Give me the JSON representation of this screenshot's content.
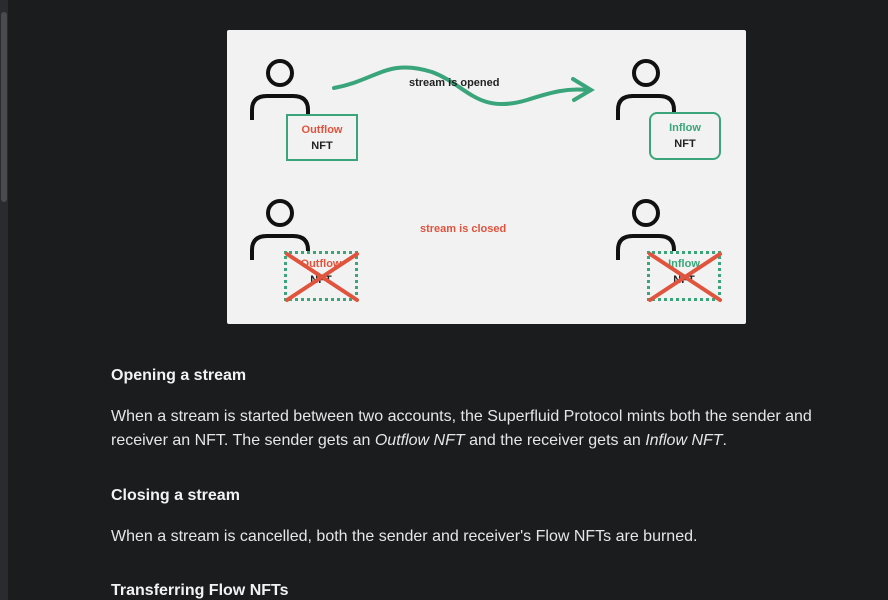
{
  "diagram": {
    "opened_label": "stream is opened",
    "closed_label": "stream is closed",
    "outflow_label": "Outflow",
    "inflow_label": "Inflow",
    "nft_label": "NFT",
    "colors": {
      "green": "#3aa57a",
      "red": "#e0533d"
    }
  },
  "sections": [
    {
      "heading": "Opening a stream",
      "text_before": "When a stream is started between two accounts, the Superfluid Protocol mints both the sender and receiver an NFT. The sender gets an ",
      "em1": "Outflow NFT",
      "text_middle": " and the receiver gets an ",
      "em2": "Inflow NFT",
      "text_after": "."
    },
    {
      "heading": "Closing a stream",
      "text": "When a stream is cancelled, both the sender and receiver's Flow NFTs are burned."
    },
    {
      "heading": "Transferring Flow NFTs"
    }
  ]
}
